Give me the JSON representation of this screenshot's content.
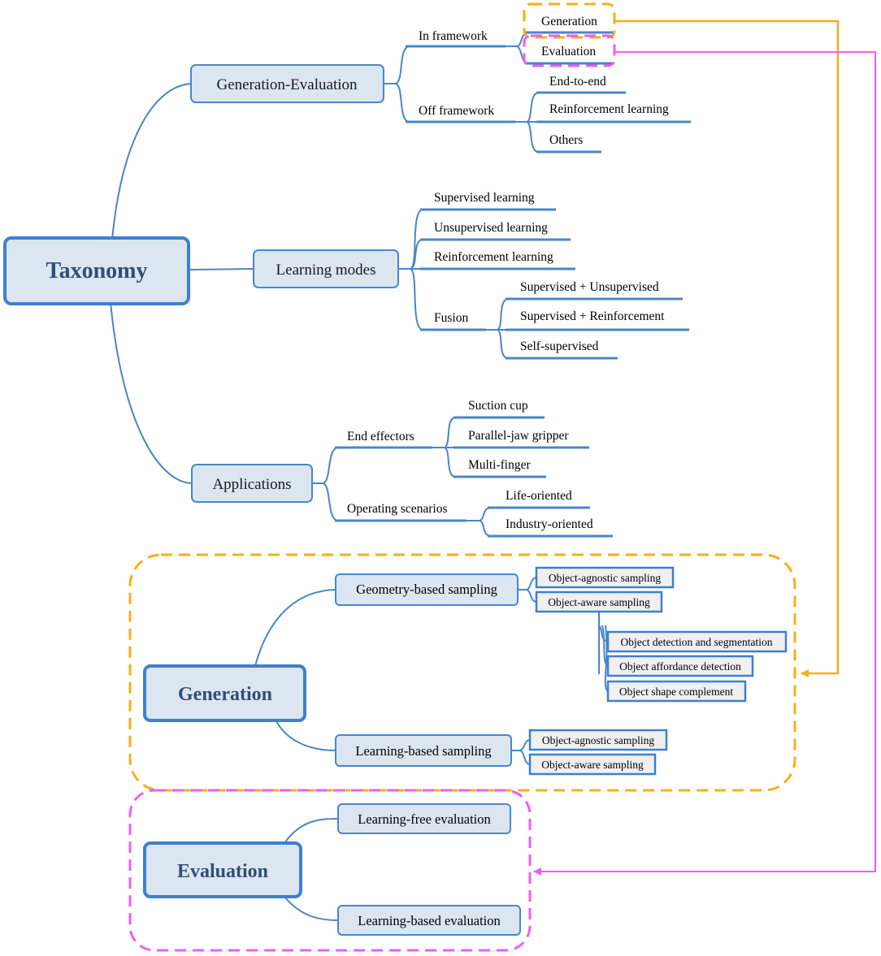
{
  "taxonomy": {
    "root": "Taxonomy",
    "generation_evaluation": {
      "label": "Generation-Evaluation",
      "in_framework": "In framework",
      "generation": "Generation",
      "evaluation": "Evaluation",
      "off_framework": "Off framework",
      "end_to_end": "End-to-end",
      "reinforcement_learning": "Reinforcement learning",
      "others": "Others"
    },
    "learning_modes": {
      "label": "Learning modes",
      "supervised": "Supervised learning",
      "unsupervised": "Unsupervised learning",
      "reinforcement": "Reinforcement learning",
      "fusion": "Fusion",
      "sup_unsup": "Supervised + Unsupervised",
      "sup_reinf": "Supervised + Reinforcement",
      "self_supervised": "Self-supervised"
    },
    "applications": {
      "label": "Applications",
      "end_effectors": "End effectors",
      "suction_cup": "Suction cup",
      "parallel_jaw": "Parallel-jaw gripper",
      "multi_finger": "Multi-finger",
      "operating_scenarios": "Operating scenarios",
      "life_oriented": "Life-oriented",
      "industry_oriented": "Industry-oriented"
    }
  },
  "generation": {
    "root": "Generation",
    "geometry_based": "Geometry-based sampling",
    "geo_object_agnostic": "Object-agnostic sampling",
    "geo_object_aware": "Object-aware sampling",
    "detection_segmentation": "Object detection and segmentation",
    "affordance_detection": "Object affordance detection",
    "shape_complement": "Object shape complement",
    "learning_based": "Learning-based sampling",
    "learn_object_agnostic": "Object-agnostic sampling",
    "learn_object_aware": "Object-aware sampling"
  },
  "evaluation": {
    "root": "Evaluation",
    "learning_free": "Learning-free evaluation",
    "learning_based": "Learning-based evaluation"
  },
  "colors": {
    "node_fill": "#dce6f1",
    "node_border": "#4a86c8",
    "title_text": "#2e4f7a",
    "generation_accent": "#f5b014",
    "evaluation_accent": "#f35cf0"
  }
}
